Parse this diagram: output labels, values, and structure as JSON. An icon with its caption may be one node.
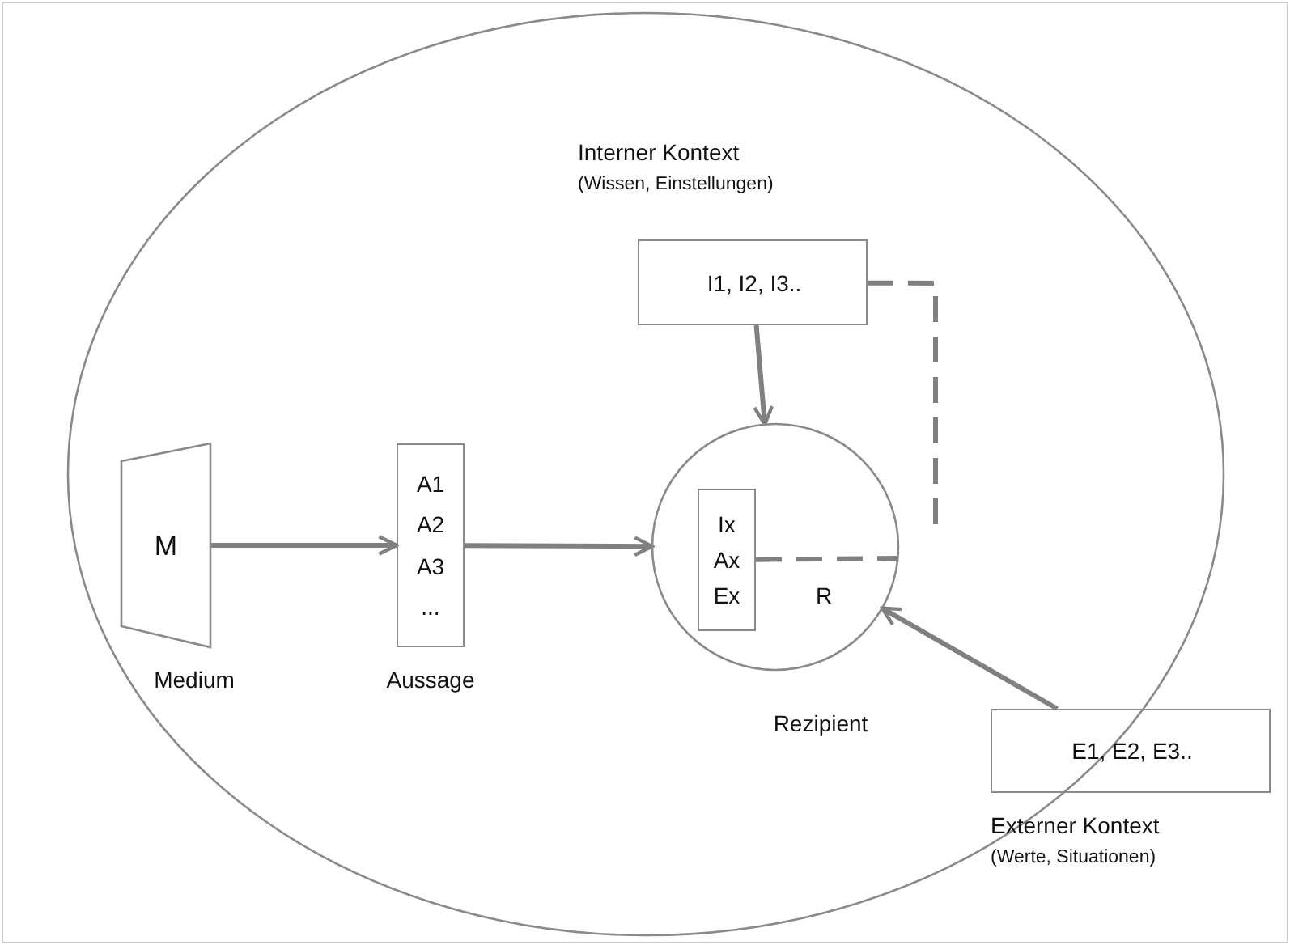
{
  "diagram": {
    "nodes": [
      {
        "text": [],
        "shape": "circle"
      },
      {
        "text": [
          "M"
        ],
        "beside": [
          "Medium"
        ],
        "in": 0
      },
      {
        "text": [
          "A1",
          "A2",
          "A3",
          "..."
        ],
        "beside": [
          "Aussage"
        ],
        "in": 0
      },
      {
        "text": [
          "R"
        ],
        "beside": [
          "Rezipient"
        ],
        "in": 0
      },
      {
        "text": [
          "Ix",
          "Ax",
          "Ex"
        ],
        "in": 3
      },
      {
        "text": [
          "I1, I2, I3.."
        ],
        "beside": [
          "Interner Kontext",
          "(Wissen, Einstellungen)"
        ],
        "in": 0
      },
      {
        "text": [
          "E1, E2, E3.."
        ],
        "beside": [
          "Externer Kontext",
          "(Werte, Situationen)"
        ]
      }
    ],
    "edges": [
      {
        "from": 1,
        "to": 2,
        "arrow": "to"
      },
      {
        "from": 2,
        "to": 3,
        "arrow": "to"
      },
      {
        "from": 5,
        "to": 3,
        "arrow": "to"
      },
      {
        "from": 6,
        "to": 3,
        "arrow": "to"
      },
      {
        "from": 5,
        "to": null,
        "arrow": "none",
        "style": "dashed"
      },
      {
        "from": 4,
        "to": null,
        "arrow": "none",
        "style": "dashed"
      }
    ]
  }
}
